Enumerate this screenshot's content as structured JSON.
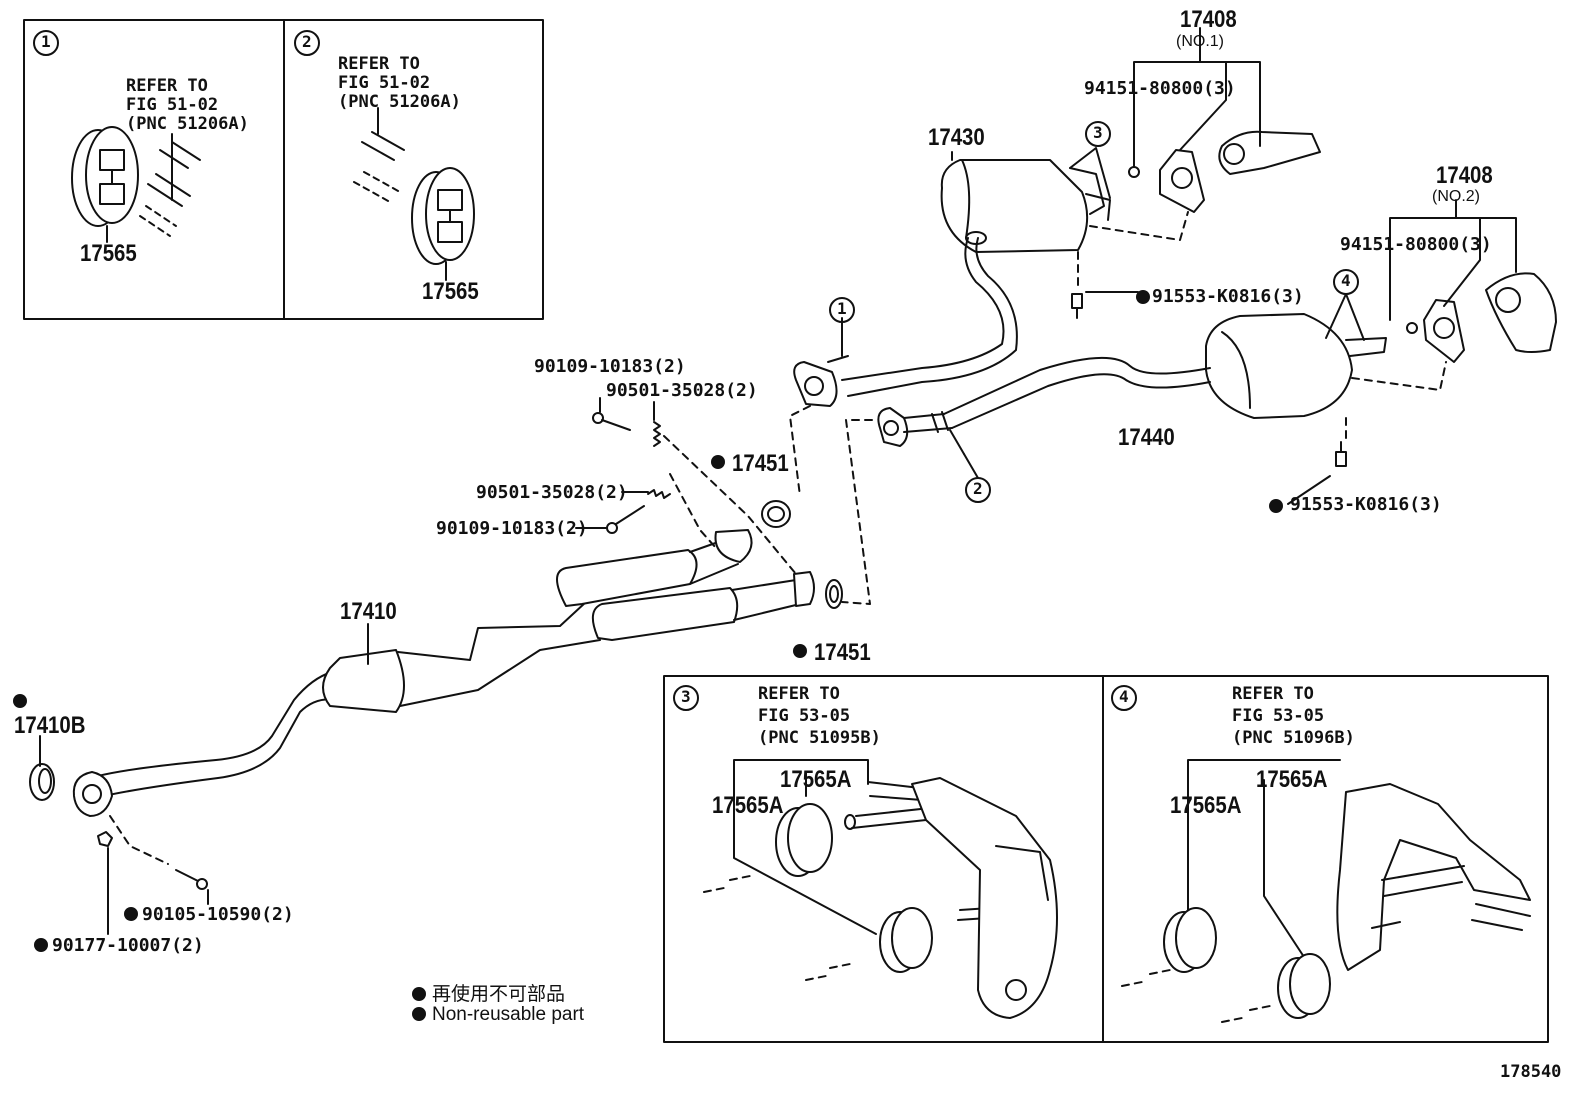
{
  "insets": {
    "inset1": {
      "marker": "1",
      "refer_line1": "REFER TO",
      "refer_line2": "FIG 51-02",
      "refer_line3": "(PNC 51206A)",
      "part": "17565"
    },
    "inset2": {
      "marker": "2",
      "refer_line1": "REFER TO",
      "refer_line2": "FIG 51-02",
      "refer_line3": "(PNC 51206A)",
      "part": "17565"
    },
    "inset3": {
      "marker": "3",
      "refer_line1": "REFER TO",
      "refer_line2": "FIG 53-05",
      "refer_line3": "(PNC 51095B)",
      "part_a": "17565A",
      "part_b": "17565A"
    },
    "inset4": {
      "marker": "4",
      "refer_line1": "REFER TO",
      "refer_line2": "FIG 53-05",
      "refer_line3": "(PNC 51096B)",
      "part_a": "17565A",
      "part_b": "17565A"
    }
  },
  "labels": {
    "p17408_no1": "17408",
    "p17408_no1_sub": "(NO.1)",
    "p17408_no2": "17408",
    "p17408_no2_sub": "(NO.2)",
    "nut_no1": "94151-80800(3)",
    "nut_no2": "94151-80800(3)",
    "p17430": "17430",
    "p17440": "17440",
    "p17410": "17410",
    "p17410b": "17410B",
    "bolt_91553_a": "91553-K0816(3)",
    "bolt_91553_b": "91553-K0816(3)",
    "bolt_90109_a": "90109-10183(2)",
    "spring_90501_a": "90501-35028(2)",
    "spring_90501_b": "90501-35028(2)",
    "bolt_90109_b": "90109-10183(2)",
    "gasket_17451_a": "17451",
    "gasket_17451_b": "17451",
    "bolt_90105": "90105-10590(2)",
    "nut_90177": "90177-10007(2)",
    "marker_1": "1",
    "marker_2": "2",
    "marker_3": "3",
    "marker_4": "4"
  },
  "legend": {
    "japanese": "再使用不可部品",
    "english": "Non-reusable part"
  },
  "figure_number": "178540"
}
